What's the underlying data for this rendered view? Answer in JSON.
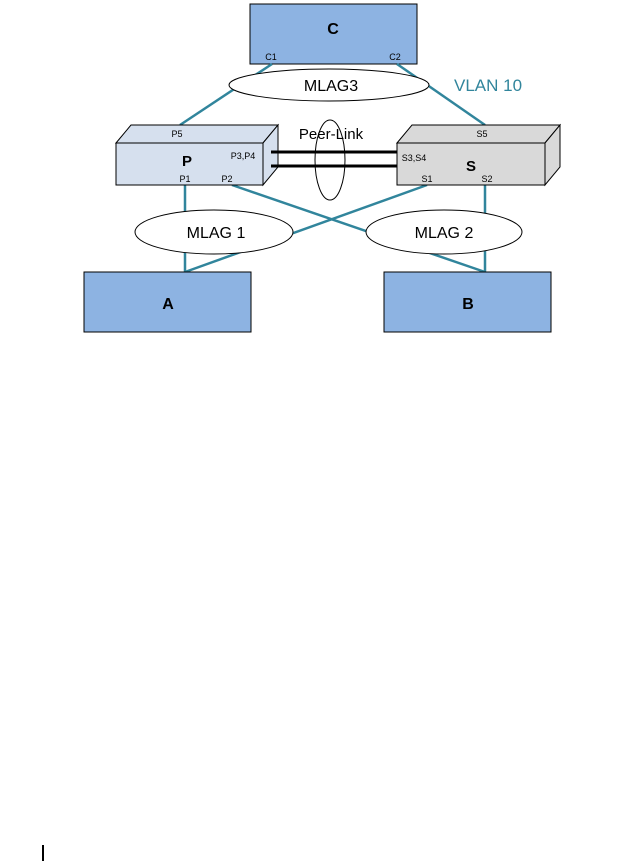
{
  "colors": {
    "device_blue": "#8db3e2",
    "switch_p": "#d6e0ee",
    "switch_s": "#d9d9d9",
    "link": "#31859c",
    "vlan_text": "#31859c",
    "outline": "#000000"
  },
  "devices": {
    "c": {
      "label": "C",
      "port1": "C1",
      "port2": "C2"
    },
    "a": {
      "label": "A"
    },
    "b": {
      "label": "B"
    }
  },
  "switches": {
    "p": {
      "label": "P",
      "port_top": "P5",
      "port_peer": "P3,P4",
      "port1": "P1",
      "port2": "P2"
    },
    "s": {
      "label": "S",
      "port_top": "S5",
      "port_peer": "S3,S4",
      "port1": "S1",
      "port2": "S2"
    }
  },
  "lags": {
    "mlag3": "MLAG3",
    "mlag1": "MLAG 1",
    "mlag2": "MLAG 2",
    "peer_link": "Peer-Link"
  },
  "vlan": {
    "label": "VLAN 10"
  }
}
